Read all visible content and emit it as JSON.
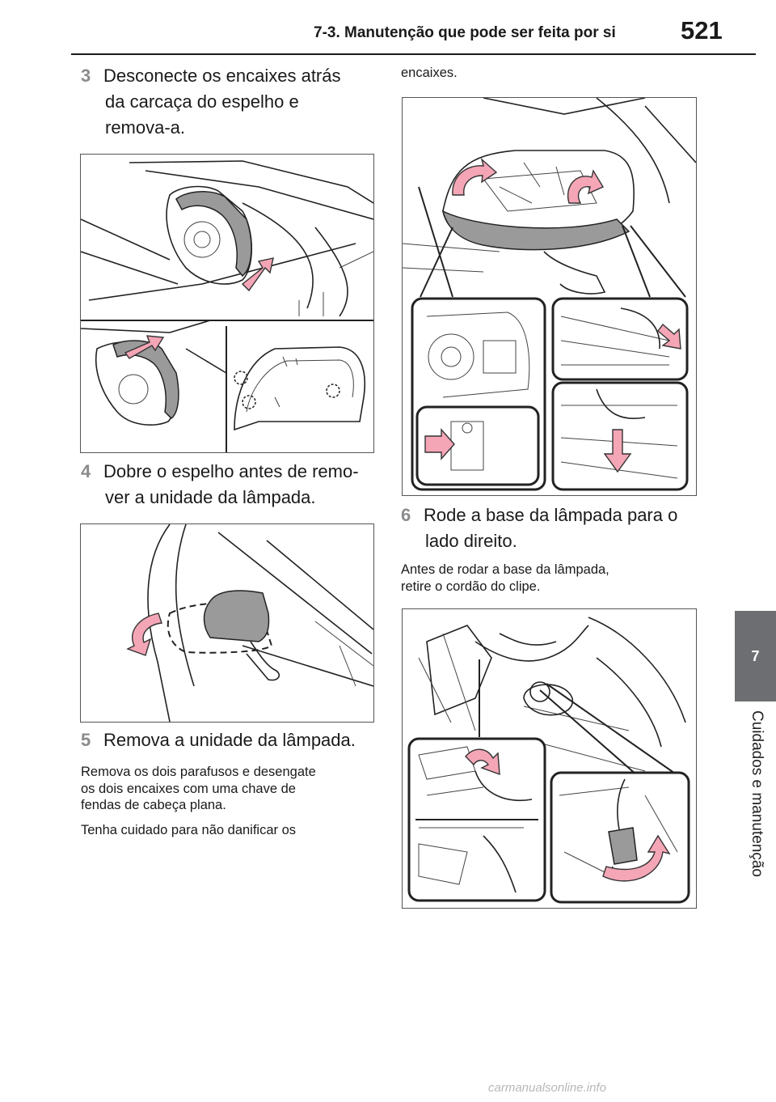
{
  "header": {
    "section_title": "7-3. Manutenção que pode ser feita por si",
    "page_number": "521"
  },
  "side_tab": {
    "chapter_number": "7",
    "chapter_title": "Cuidados e manutenção"
  },
  "steps": [
    {
      "number": "3",
      "lines": [
        "Desconecte os encaixes atrás",
        "da carcaça do espelho e",
        "remova-a."
      ]
    },
    {
      "number": "4",
      "lines": [
        "Dobre o espelho antes de remo-",
        "ver a unidade da lâmpada."
      ]
    },
    {
      "number": "5",
      "lines": [
        "Remova a unidade da lâmpada."
      ]
    },
    {
      "number": "6",
      "lines": [
        "Rode a base da lâmpada para o",
        "lado direito."
      ]
    }
  ],
  "paragraphs": {
    "step5_p1": [
      "Remova os dois parafusos e desengate",
      "os dois encaixes com uma chave de",
      "fendas de cabeça plana."
    ],
    "step5_p2": "Tenha cuidado para não danificar os",
    "step5_p2_cont": "encaixes.",
    "step6_p1": [
      "Antes de rodar a base da lâmpada,",
      "retire o cordão do clipe."
    ]
  },
  "colors": {
    "arrow_pink": "#f4a6b6",
    "part_gray": "#9a9a9a",
    "step_number_gray": "#8a8b8d",
    "side_tab_gray": "#6d6e71"
  },
  "footer": "carmanualsonline.info"
}
